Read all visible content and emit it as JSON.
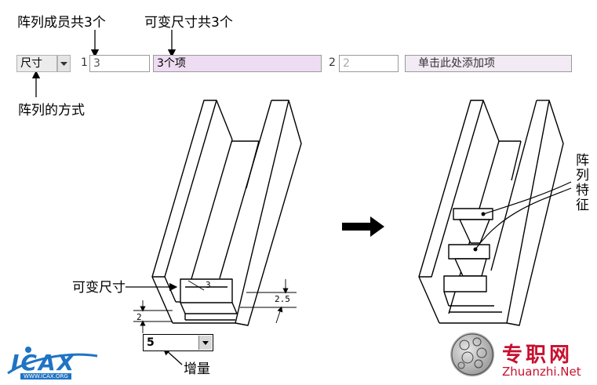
{
  "annotations": {
    "array_members": "阵列成员共3个",
    "variable_dims": "可变尺寸共3个",
    "array_method": "阵列的方式",
    "variable_dim": "可变尺寸",
    "increment": "增量",
    "array_feature_chars": [
      "阵",
      "列",
      "特",
      "征"
    ]
  },
  "toolbar": {
    "type_select": "尺寸",
    "dir1_index": "1",
    "dir1_count": "3",
    "dir1_items": "3个项",
    "dir2_index": "2",
    "dir2_count": "2",
    "dir2_items": "单击此处添加项"
  },
  "dimensions": {
    "d1": "3",
    "d2": "2",
    "d3": "2.5"
  },
  "increment_field": {
    "value": "5"
  },
  "logos": {
    "icax": "ICAX",
    "icax_url": "WWW.ICAX.ORG",
    "zhuanzhi_cn": "专职网",
    "zhuanzhi_url": "Zhuanzhi.Net"
  },
  "colors": {
    "pink_field": "#eedcf2",
    "icax_blue": "#1f74c4",
    "zhuanzhi_red": "#c8102e"
  },
  "icons": {
    "dropdown": "triangle-down",
    "arrow": "arrow-right"
  }
}
